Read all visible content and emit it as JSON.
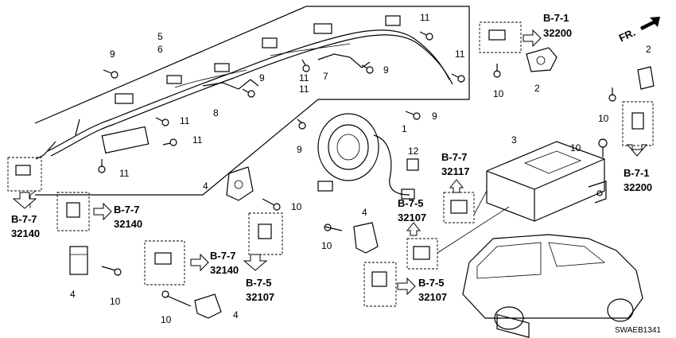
{
  "diagram_code": "SWAEB1341",
  "front_indicator": "FR.",
  "part_numbers": {
    "p1": "1",
    "p2": "2",
    "p3": "3",
    "p4": "4",
    "p5": "5",
    "p6": "6",
    "p7": "7",
    "p8": "8",
    "p9": "9",
    "p10": "10",
    "p11": "11",
    "p12": "12"
  },
  "references": {
    "ref_b71_top": {
      "section": "B-7-1",
      "code": "32200"
    },
    "ref_b71_right": {
      "section": "B-7-1",
      "code": "32200"
    },
    "ref_b77_left": {
      "section": "B-7-7",
      "code": "32140"
    },
    "ref_b77_left2": {
      "section": "B-7-7",
      "code": "32140"
    },
    "ref_b77_mid": {
      "section": "B-7-7",
      "code": "32140"
    },
    "ref_b75_mid": {
      "section": "B-7-5",
      "code": "32107"
    },
    "ref_b77_center": {
      "section": "B-7-7",
      "code": "32117"
    },
    "ref_b75_center": {
      "section": "B-7-5",
      "code": "32107"
    },
    "ref_b75_bottom": {
      "section": "B-7-5",
      "code": "32107"
    }
  }
}
